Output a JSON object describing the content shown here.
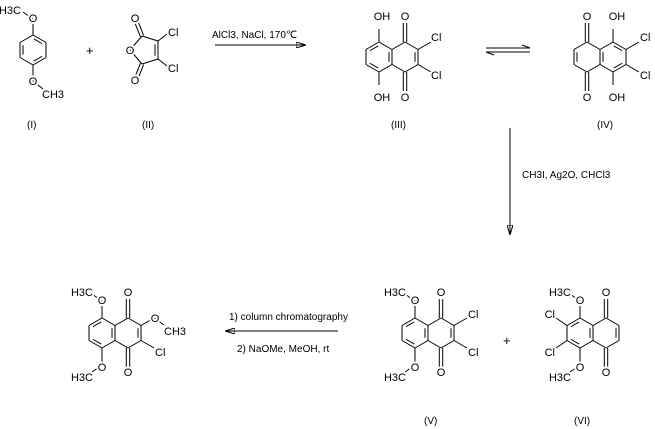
{
  "compounds": {
    "I": {
      "label": "(I)",
      "atoms": [
        "O",
        "H3C",
        "O",
        "CH3"
      ]
    },
    "II": {
      "label": "(II)",
      "atoms": [
        "O",
        "O",
        "O",
        "Cl",
        "Cl"
      ]
    },
    "III": {
      "label": "(III)",
      "atoms": [
        "OH",
        "OH",
        "O",
        "O",
        "Cl",
        "Cl"
      ]
    },
    "IV": {
      "label": "(IV)",
      "atoms": [
        "O",
        "O",
        "OH",
        "OH",
        "Cl",
        "Cl"
      ]
    },
    "V": {
      "label": "(V)",
      "atoms": [
        "O",
        "H3C",
        "O",
        "H3C",
        "O",
        "O",
        "Cl",
        "Cl"
      ]
    },
    "VI": {
      "label": "(VI)",
      "atoms": [
        "O",
        "H3C",
        "O",
        "H3C",
        "O",
        "O",
        "Cl",
        "Cl"
      ]
    },
    "product": {
      "atoms": [
        "O",
        "H3C",
        "O",
        "H3C",
        "O",
        "O",
        "O",
        "CH3",
        "Cl"
      ]
    }
  },
  "operators": {
    "plus1": "+",
    "plus2": "+"
  },
  "conditions": {
    "step1": "AlCl3, NaCl, 170℃",
    "step2": "CH3I, Ag2O, CHCl3",
    "step3a": "1) column chromatography",
    "step3b": "2) NaOMe, MeOH, rt"
  }
}
